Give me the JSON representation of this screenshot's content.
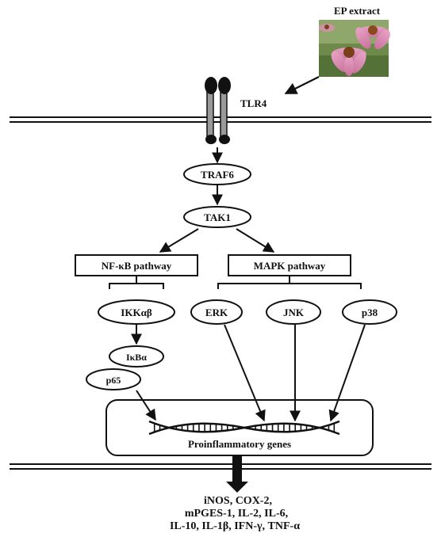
{
  "diagram": {
    "extract": {
      "label": "EP extract"
    },
    "receptor": {
      "label": "TLR4"
    },
    "nodes": {
      "traf6": "TRAF6",
      "tak1": "TAK1",
      "nfkb_pathway": "NF-κB pathway",
      "mapk_pathway": "MAPK pathway",
      "ikk": "IKKαβ",
      "erk": "ERK",
      "jnk": "JNK",
      "p38": "p38",
      "ikba": "IκBα",
      "p65": "p65"
    },
    "nucleus": {
      "label": "Proinflammatory genes"
    },
    "outputs": {
      "line1": "iNOS, COX-2,",
      "line2": "mPGES-1, IL-2, IL-6,",
      "line3": "IL-10, IL-1β, IFN-γ, TNF-α"
    }
  }
}
